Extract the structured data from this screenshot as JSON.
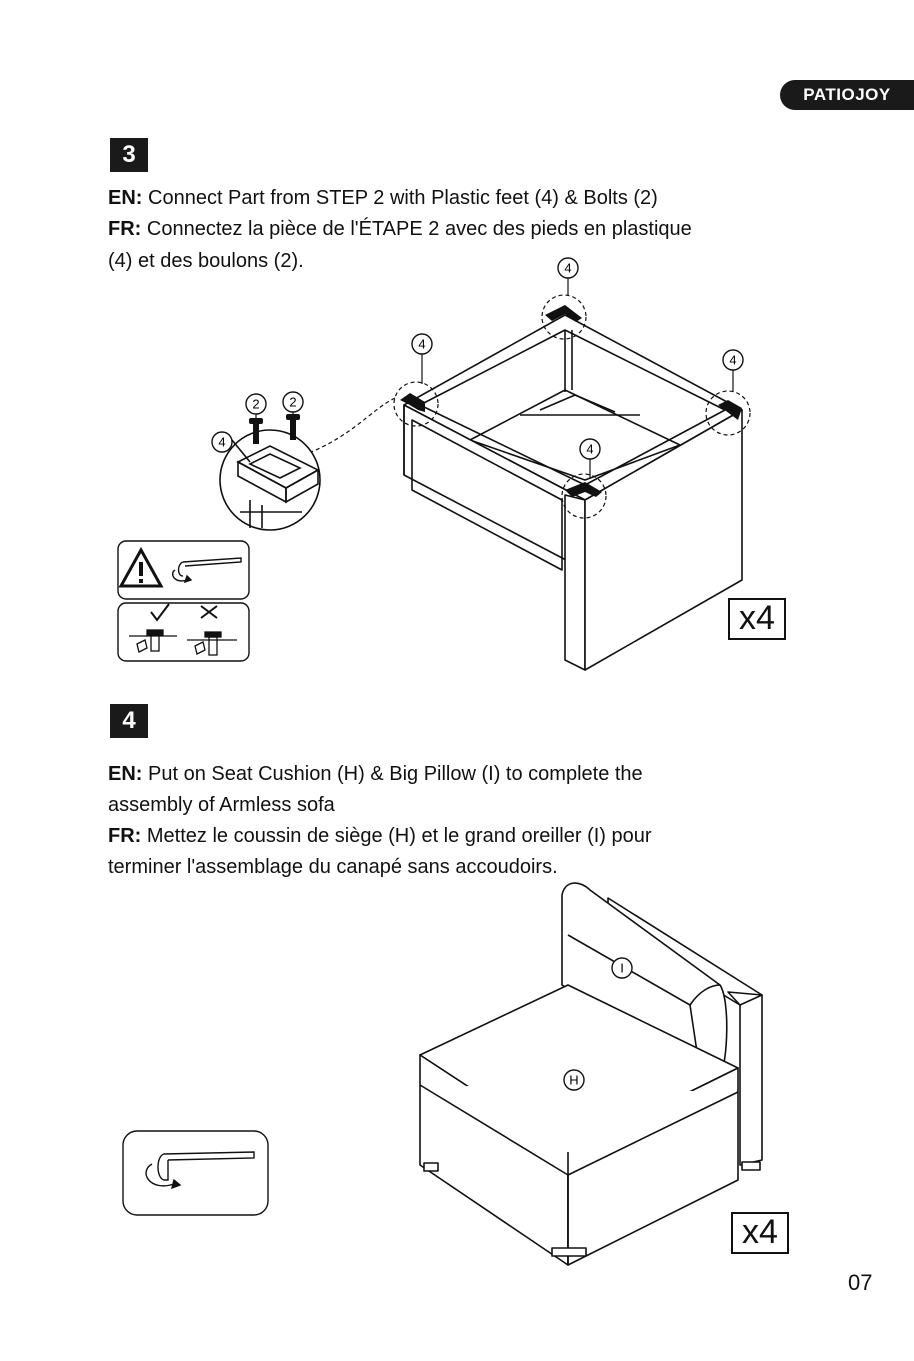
{
  "brand": {
    "logo_text": "PATIOJOY"
  },
  "step3": {
    "number": "3",
    "en_label": "EN:",
    "en_text": " Connect Part from STEP 2 with Plastic feet (4) & Bolts (2)",
    "fr_label": "FR:",
    "fr_line1": " Connectez la pièce de l'ÉTAPE 2 avec des pieds en plastique",
    "fr_line2": "(4) et des boulons (2).",
    "callouts": {
      "foot": "4",
      "bolt": "2"
    },
    "multiplier": "x4"
  },
  "step4": {
    "number": "4",
    "en_label": "EN:",
    "en_line1": " Put on Seat Cushion (H) & Big Pillow (I) to complete the",
    "en_line2": "assembly of Armless sofa",
    "fr_label": "FR:",
    "fr_line1": " Mettez le coussin de siège (H) et le grand oreiller (I) pour",
    "fr_line2": "terminer l'assemblage du canapé sans accoudoirs.",
    "callouts": {
      "pillow": "I",
      "cushion": "H"
    },
    "multiplier": "x4"
  },
  "icons": [
    "warning-icon",
    "allen-key-icon",
    "check-icon",
    "cross-icon"
  ],
  "page_number": "07"
}
